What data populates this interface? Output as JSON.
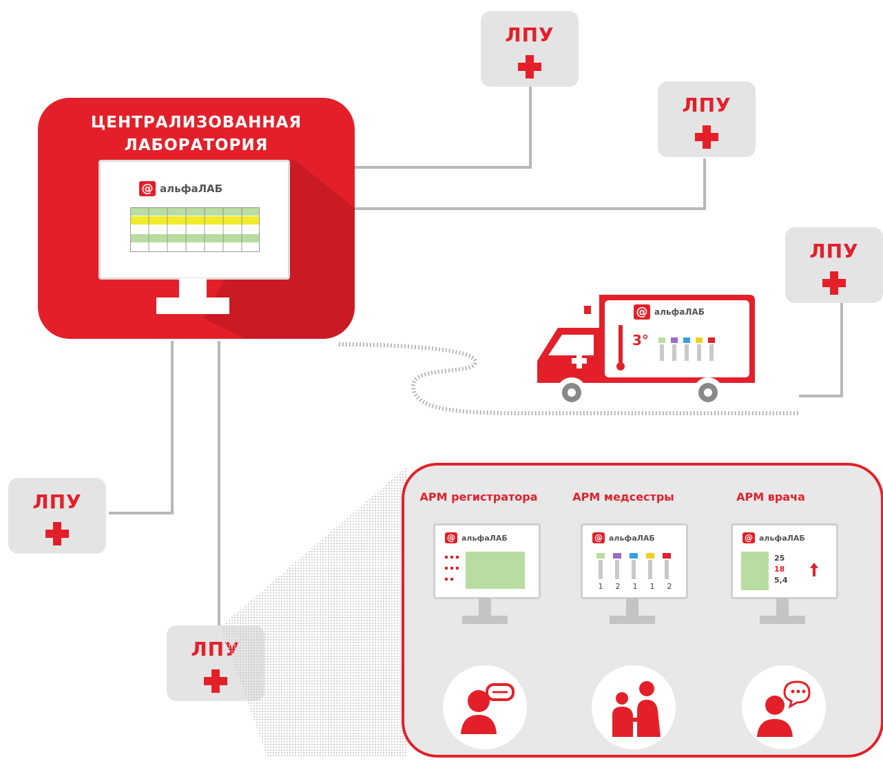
{
  "colors": {
    "accent": "#e3202a",
    "panel": "#e8e8e8",
    "wire": "#b8b8b8"
  },
  "lab": {
    "title_line1": "ЦЕНТРАЛИЗОВАННАЯ",
    "title_line2": "ЛАБОРАТОРИЯ"
  },
  "brand": {
    "logo_mark": "@",
    "logo_text": "альфаЛАБ"
  },
  "lpu_label": "ЛПУ",
  "ambulance": {
    "temperature": "3°"
  },
  "workstations": [
    {
      "title": "АРМ регистратора",
      "icon": "receptionist-icon"
    },
    {
      "title": "АРМ медсестры",
      "icon": "nurse-patient-icon"
    },
    {
      "title": "АРМ врача",
      "icon": "doctor-icon",
      "values": [
        "25",
        "18",
        "5,4"
      ]
    }
  ],
  "nurse_tube_counts": [
    "1",
    "2",
    "1",
    "1",
    "2"
  ]
}
